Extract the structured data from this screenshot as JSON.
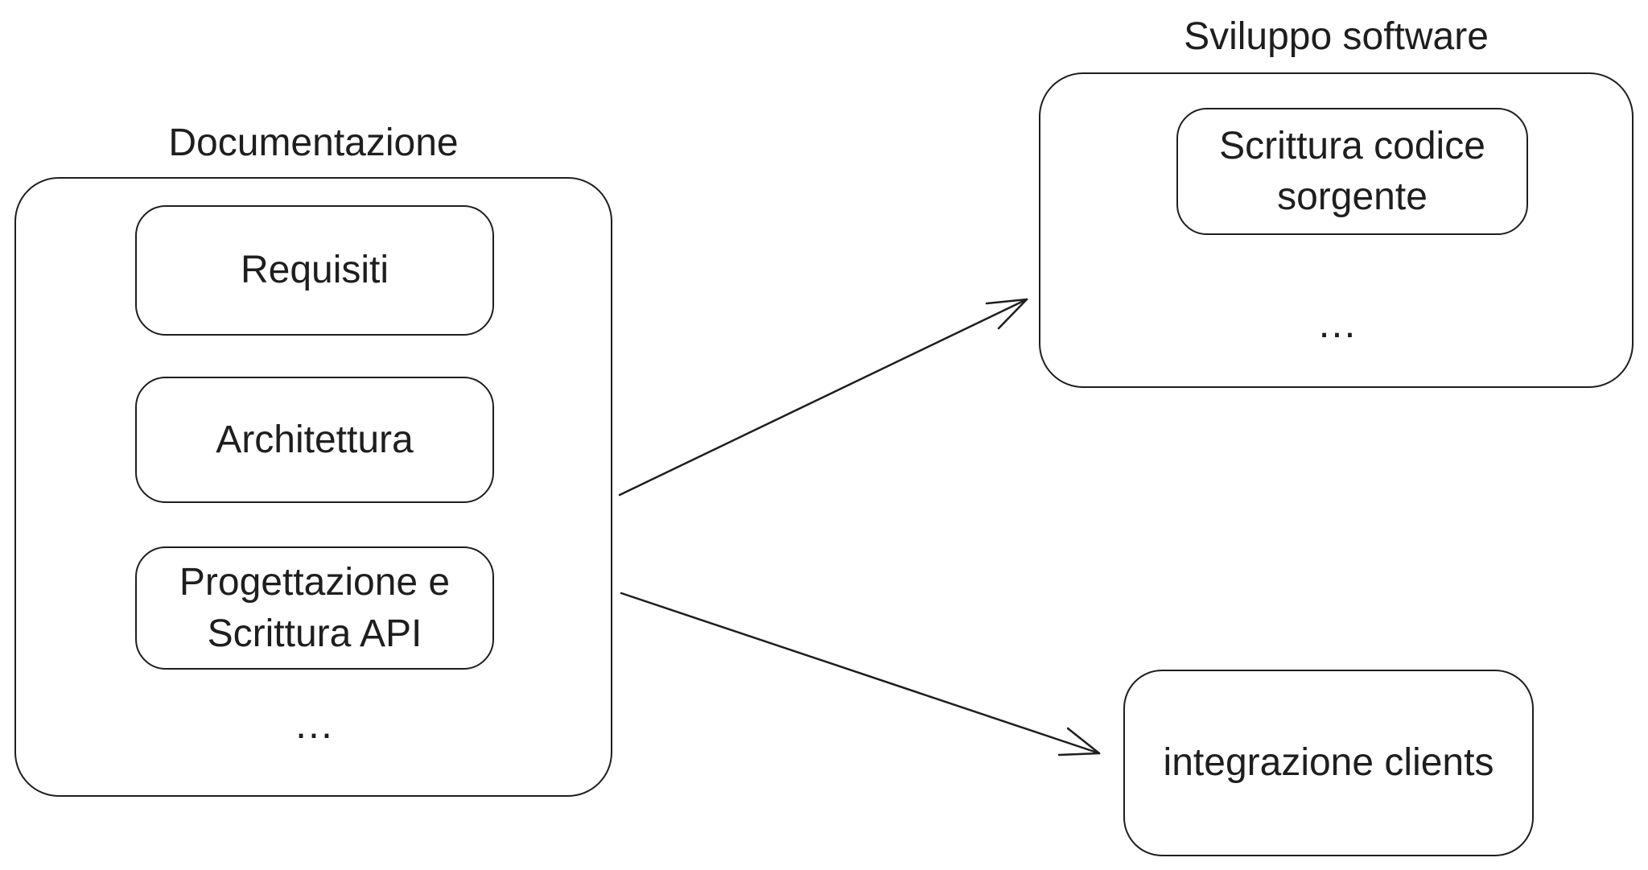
{
  "canvas": {
    "background": "#ffffff",
    "stroke_color": "#1e1e1e",
    "text_color": "#1e1e1e"
  },
  "groups": [
    {
      "title": "Documentazione",
      "items": [
        {
          "label": "Requisiti"
        },
        {
          "label": "Architettura"
        },
        {
          "label": "Progettazione e Scrittura API"
        },
        {
          "label": "..."
        }
      ]
    },
    {
      "title": "Sviluppo software",
      "items": [
        {
          "label": "Scrittura codice sorgente"
        },
        {
          "label": "..."
        }
      ]
    }
  ],
  "nodes": [
    {
      "label": "integrazione clients"
    }
  ],
  "edges": [
    {
      "from": "Documentazione",
      "to": "Sviluppo software"
    },
    {
      "from": "Documentazione",
      "to": "integrazione clients"
    }
  ]
}
